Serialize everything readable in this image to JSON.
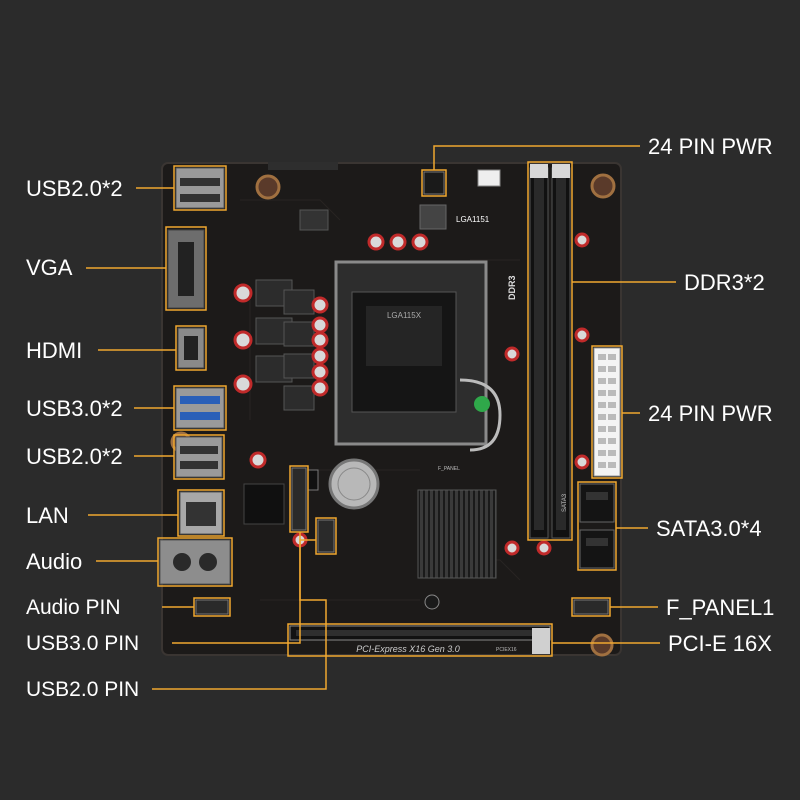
{
  "labels_left": [
    {
      "key": "usb20_top",
      "text": "USB2.0*2"
    },
    {
      "key": "vga",
      "text": "VGA"
    },
    {
      "key": "hdmi",
      "text": "HDMI"
    },
    {
      "key": "usb30",
      "text": "USB3.0*2"
    },
    {
      "key": "usb20_mid",
      "text": "USB2.0*2"
    },
    {
      "key": "lan",
      "text": "LAN"
    },
    {
      "key": "audio",
      "text": "Audio"
    },
    {
      "key": "audio_pin",
      "text": "Audio PIN"
    },
    {
      "key": "usb30_pin",
      "text": "USB3.0 PIN"
    },
    {
      "key": "usb20_pin",
      "text": "USB2.0 PIN"
    }
  ],
  "labels_right": [
    {
      "key": "pwr_top",
      "text": "24 PIN PWR"
    },
    {
      "key": "ddr3",
      "text": "DDR3*2"
    },
    {
      "key": "pwr_mid",
      "text": "24 PIN PWR"
    },
    {
      "key": "sata",
      "text": "SATA3.0*4"
    },
    {
      "key": "fpanel",
      "text": "F_PANEL1"
    },
    {
      "key": "pcie",
      "text": "PCI-E 16X"
    }
  ],
  "board": {
    "socket_label": "LGA1151",
    "socket_mark": "LGA115X",
    "ddr_label": "DDR3",
    "pcie_slot_text": "PCI-Express X16 Gen 3.0",
    "fpanel_silk": "F_PANEL",
    "sata_silk": "SATA3",
    "pcie_silk": "PCIEX16"
  },
  "colors": {
    "background": "#2b2b2b",
    "callout": "#f0a830",
    "pcb": "#1c1a19",
    "label_text": "#ffffff"
  }
}
